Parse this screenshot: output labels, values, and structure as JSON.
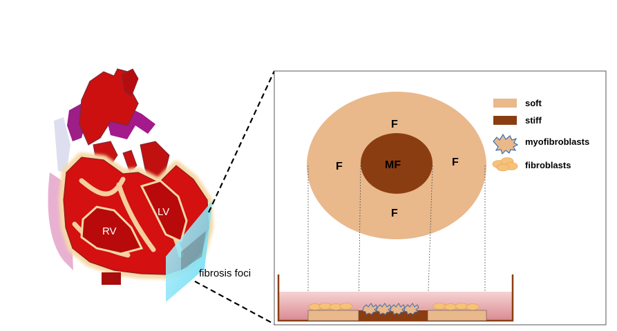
{
  "heart": {
    "rv_label": "RV",
    "lv_label": "LV",
    "fibrosis_label": "fibrosis foci"
  },
  "dish": {
    "outer_marks": [
      "F",
      "F",
      "F",
      "F"
    ],
    "center_label": "MF"
  },
  "legend": {
    "items": [
      {
        "label": "soft",
        "swatch": "soft-swatch-icon",
        "color": "#E9B88B"
      },
      {
        "label": "stiff",
        "swatch": "stiff-swatch-icon",
        "color": "#8B3D12"
      },
      {
        "label": "myofibroblasts",
        "swatch": "myofibroblast-icon",
        "color": "#E9B88B"
      },
      {
        "label": "fibroblasts",
        "swatch": "fibroblast-icon",
        "color": "#F5C27A"
      }
    ]
  },
  "colors": {
    "heart_red": "#C00000",
    "fibrosis_glow": "#F6D9A8",
    "soft": "#E9B88B",
    "stiff": "#8B3D12",
    "medium": "#E3A1A6",
    "cyan_plane": "#7FE3F7",
    "myofibroblast_outline": "#3A6FB0"
  }
}
